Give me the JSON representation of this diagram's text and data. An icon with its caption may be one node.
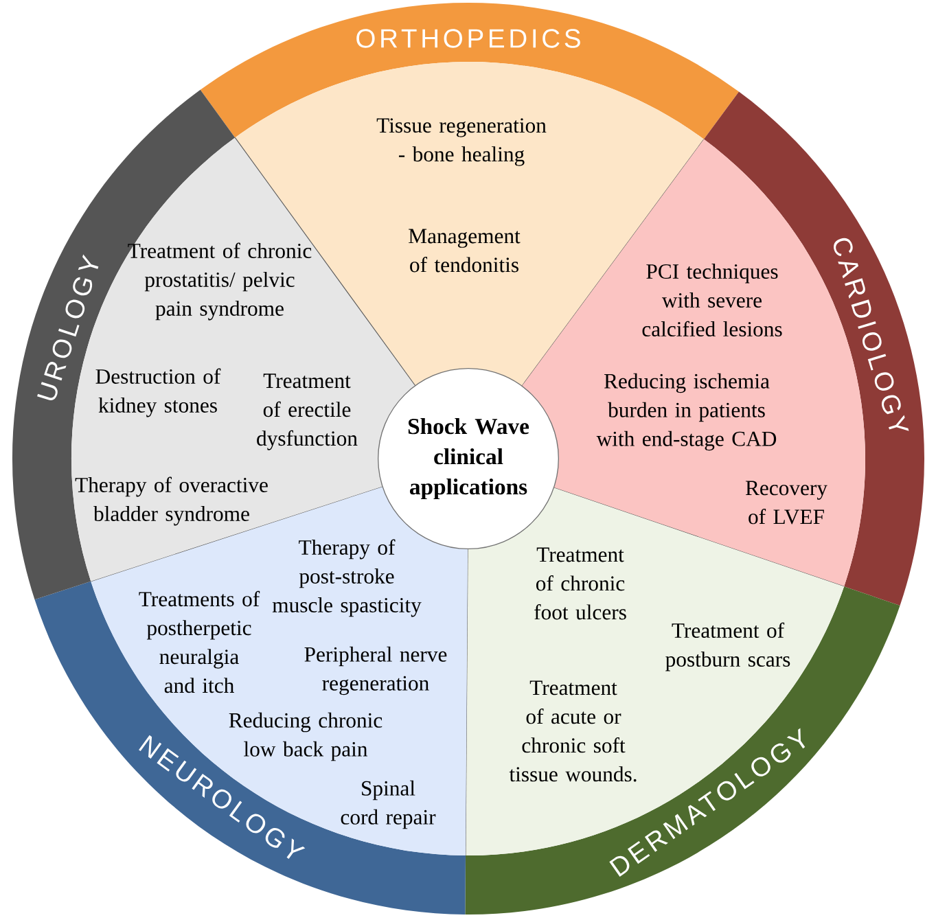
{
  "diagram": {
    "nodes": [
      {
        "text": [
          "Shock Wave clinical applications"
        ]
      },
      {
        "text": [
          "ORTHOPEDICS",
          "Tissue regeneration - bone healing",
          "Management of tendonitis"
        ]
      },
      {
        "text": [
          "CARDIOLOGY",
          "PCI techniques with severe calcified lesions",
          "Reducing ischemia burden in patients with end-stage CAD",
          "Recovery of LVEF"
        ]
      },
      {
        "text": [
          "DERMATOLOGY",
          "Treatment of chronic foot ulcers",
          "Treatment of postburn scars",
          "Treatment of acute or chronic soft tissue wounds."
        ]
      },
      {
        "text": [
          "NEUROLOGY",
          "Therapy of post-stroke muscle spasticity",
          "Treatments of postherpetic neuralgia and itch",
          "Peripheral nerve regeneration",
          "Reducing chronic low back pain",
          "Spinal cord repair"
        ]
      },
      {
        "text": [
          "UROLOGY",
          "Treatment of chronic prostatitis/ pelvic pain syndrome",
          "Destruction of kidney stones",
          "Treatment of erectile dysfunction",
          "Therapy of overactive bladder syndrome"
        ]
      }
    ]
  }
}
